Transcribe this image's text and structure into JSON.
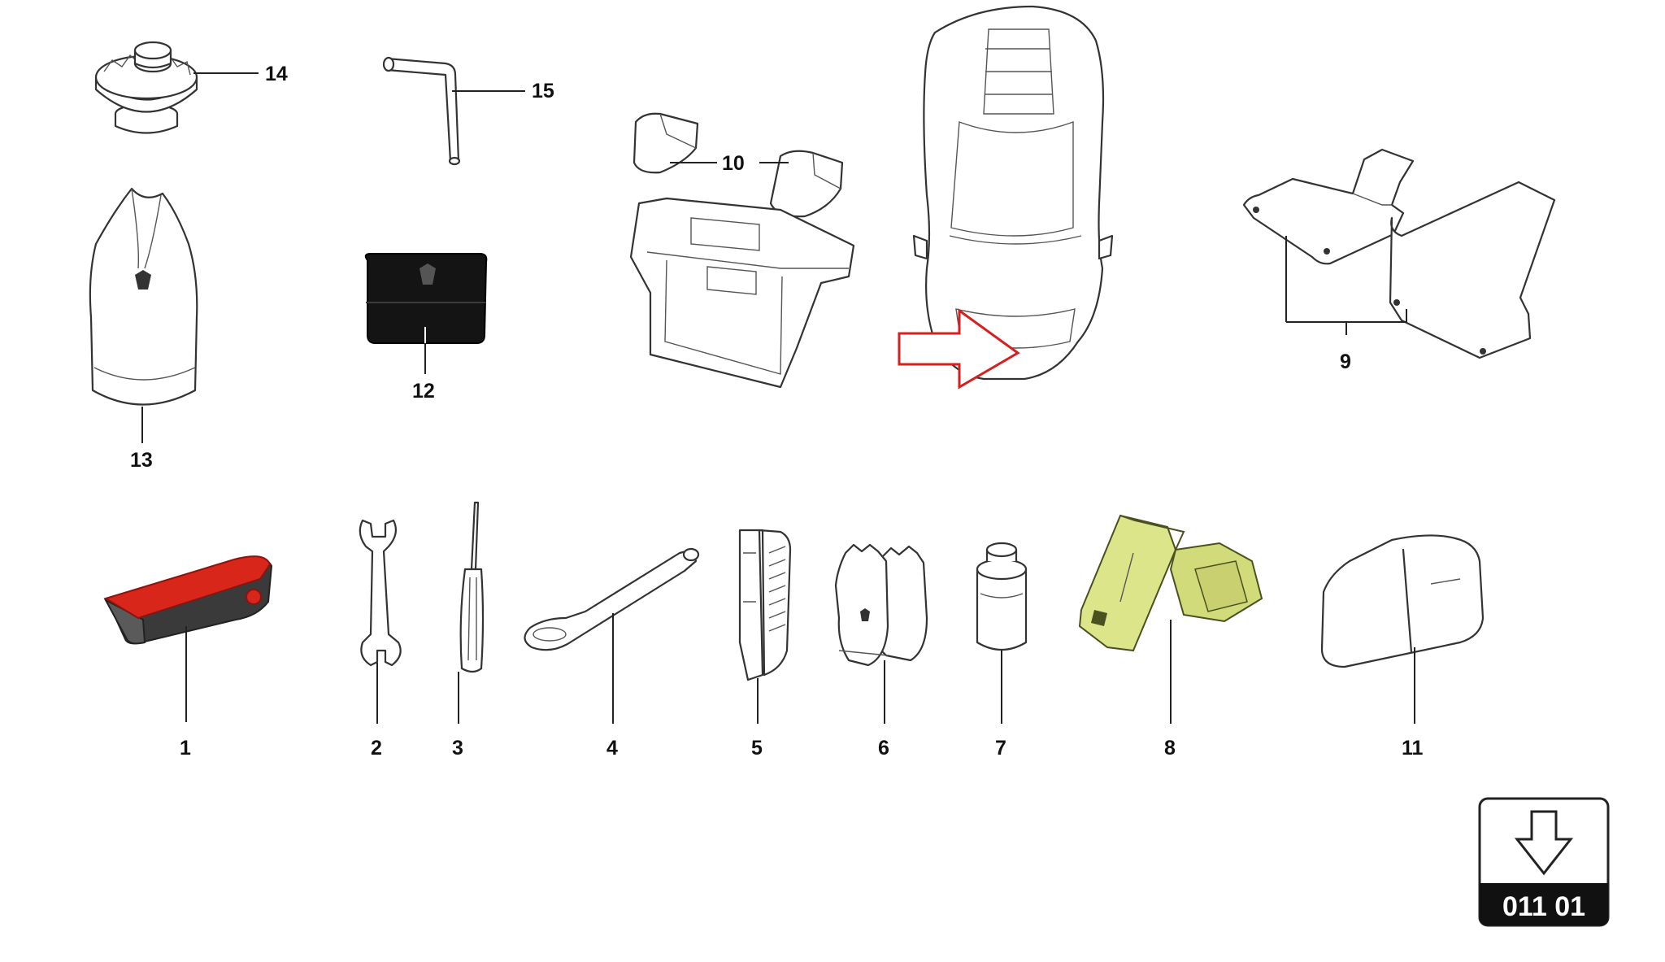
{
  "diagram": {
    "callouts": [
      {
        "id": "1",
        "label": "1"
      },
      {
        "id": "2",
        "label": "2"
      },
      {
        "id": "3",
        "label": "3"
      },
      {
        "id": "4",
        "label": "4"
      },
      {
        "id": "5",
        "label": "5"
      },
      {
        "id": "6",
        "label": "6"
      },
      {
        "id": "7",
        "label": "7"
      },
      {
        "id": "8",
        "label": "8"
      },
      {
        "id": "9",
        "label": "9"
      },
      {
        "id": "10",
        "label": "10"
      },
      {
        "id": "11",
        "label": "11"
      },
      {
        "id": "12",
        "label": "12"
      },
      {
        "id": "13",
        "label": "13"
      },
      {
        "id": "14",
        "label": "14"
      },
      {
        "id": "15",
        "label": "15"
      }
    ],
    "page_reference": "011 01",
    "page_reference_icon": "arrow-down-icon",
    "colors": {
      "line": "#222222",
      "highlight_arrow": "#d62020",
      "item1_red": "#d8261b",
      "item8_yellow": "#dde58a",
      "item12_black": "#141414"
    }
  }
}
